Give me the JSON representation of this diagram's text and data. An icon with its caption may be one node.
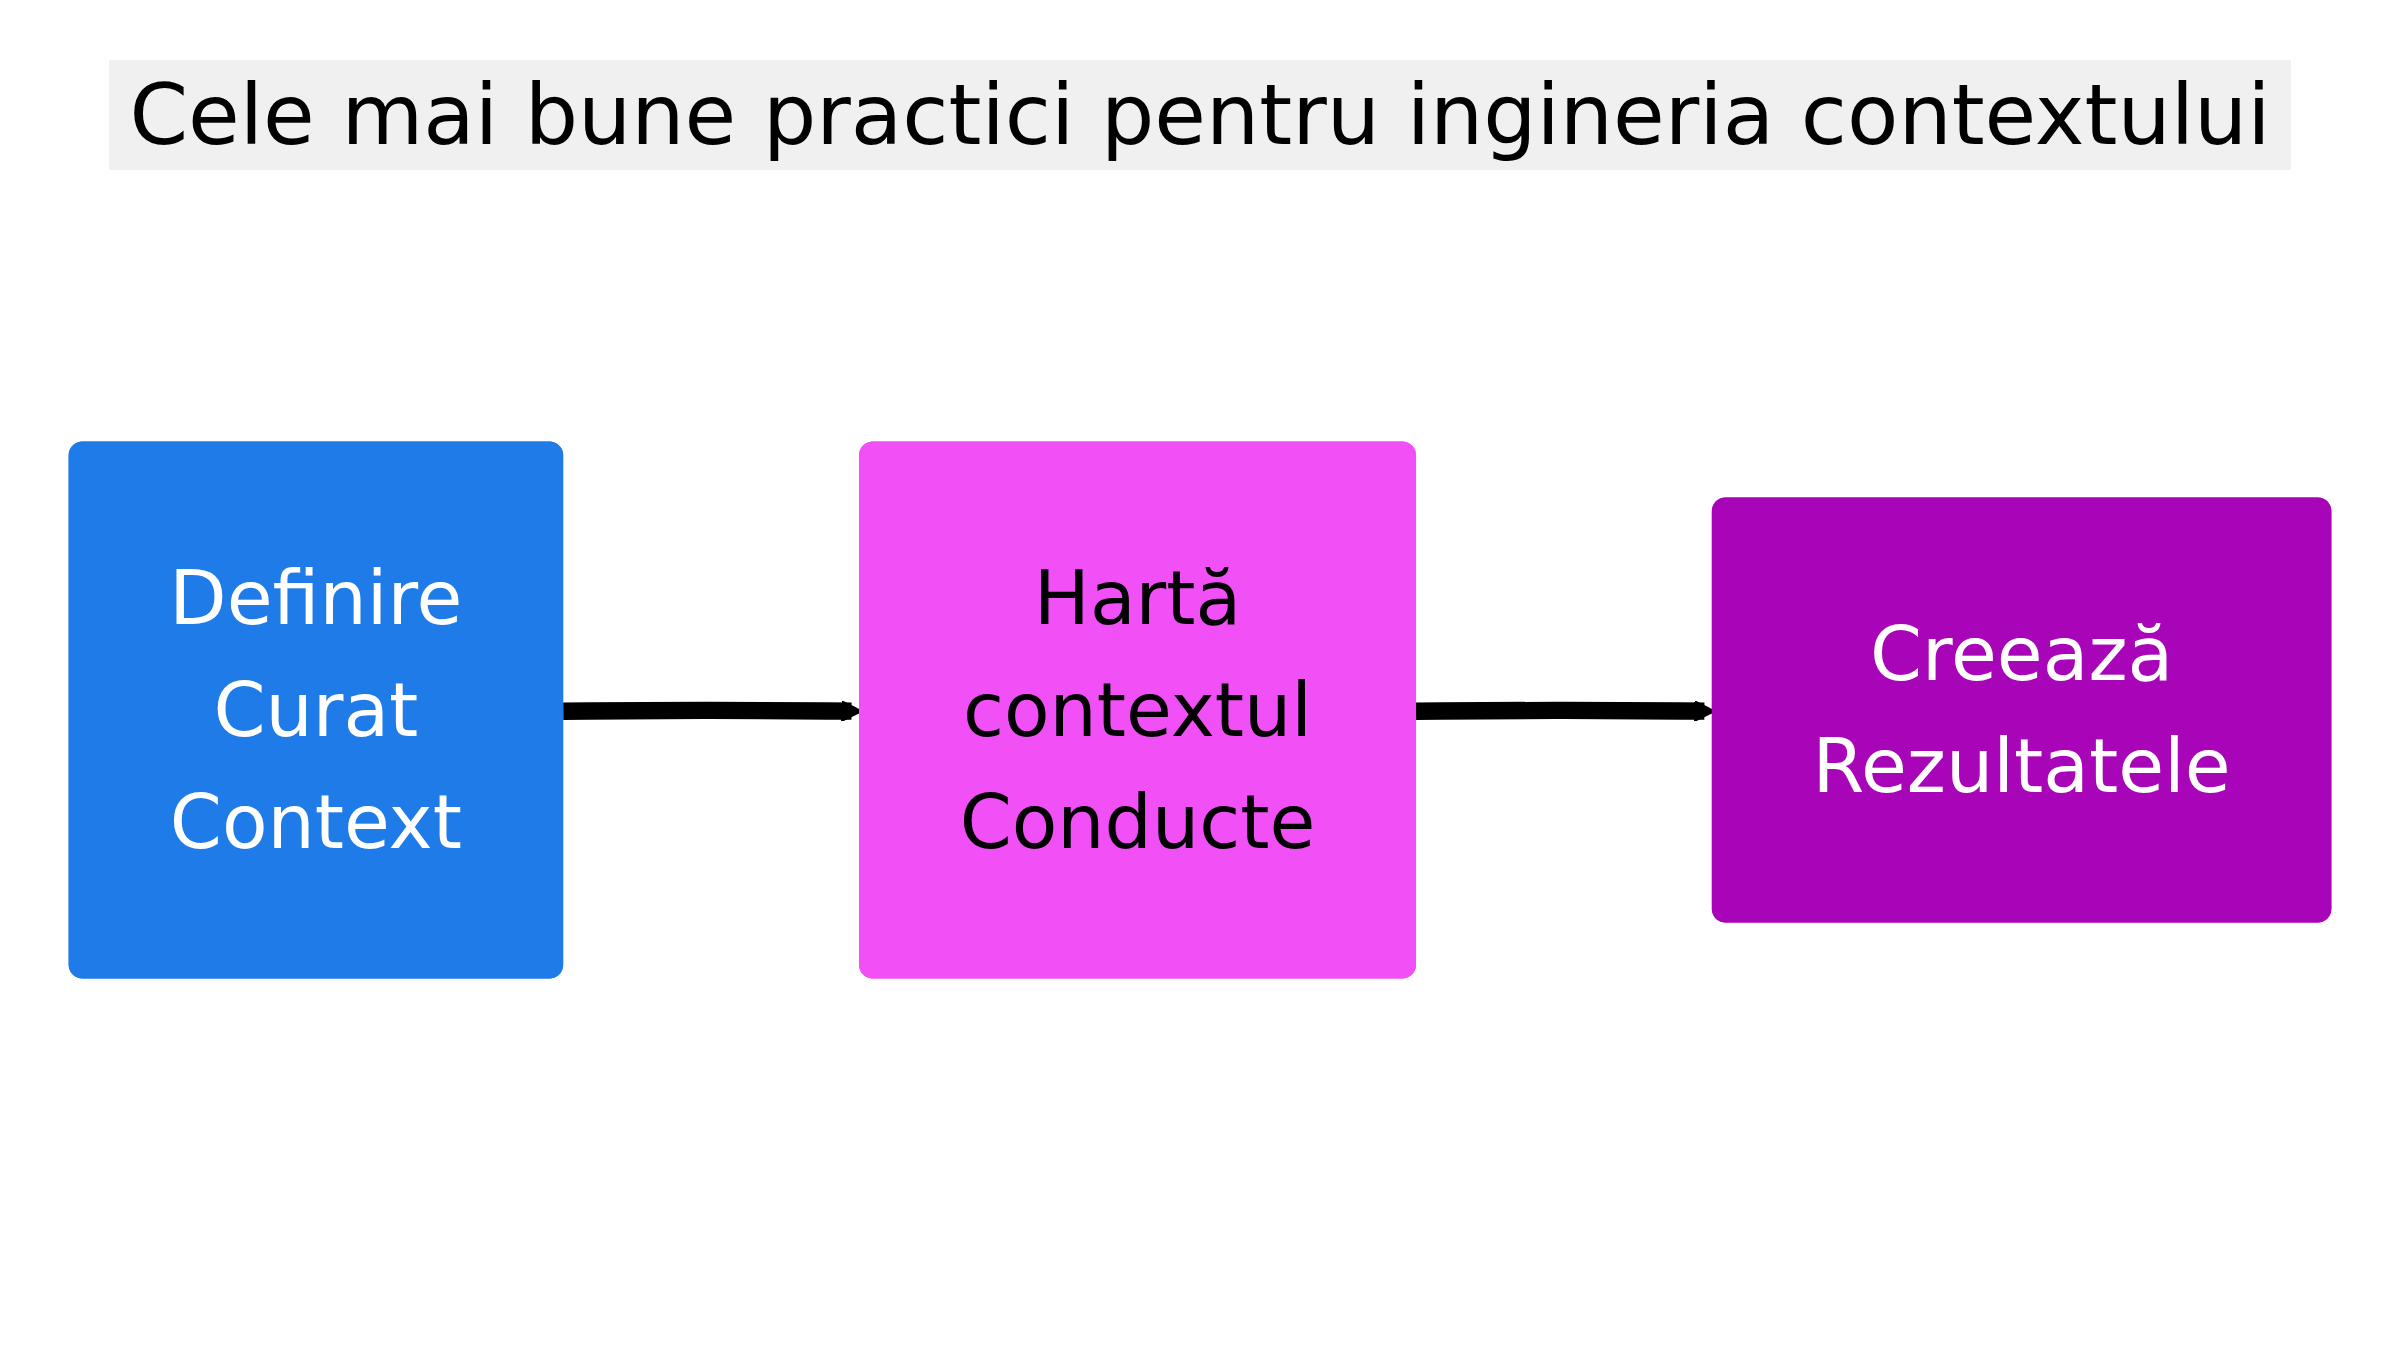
{
  "diagram": {
    "title": "Cele mai bune practici pentru ingineria contextului",
    "nodes": [
      {
        "text": [
          "Definire",
          "Curat",
          "Context"
        ]
      },
      {
        "text": [
          "Hartă",
          "contextul",
          "Conducte"
        ]
      },
      {
        "text": [
          "Creează",
          "Rezultatele"
        ]
      }
    ],
    "edges": [
      {
        "from": 0,
        "to": 1,
        "arrow": "to"
      },
      {
        "from": 1,
        "to": 2,
        "arrow": "to"
      }
    ]
  }
}
